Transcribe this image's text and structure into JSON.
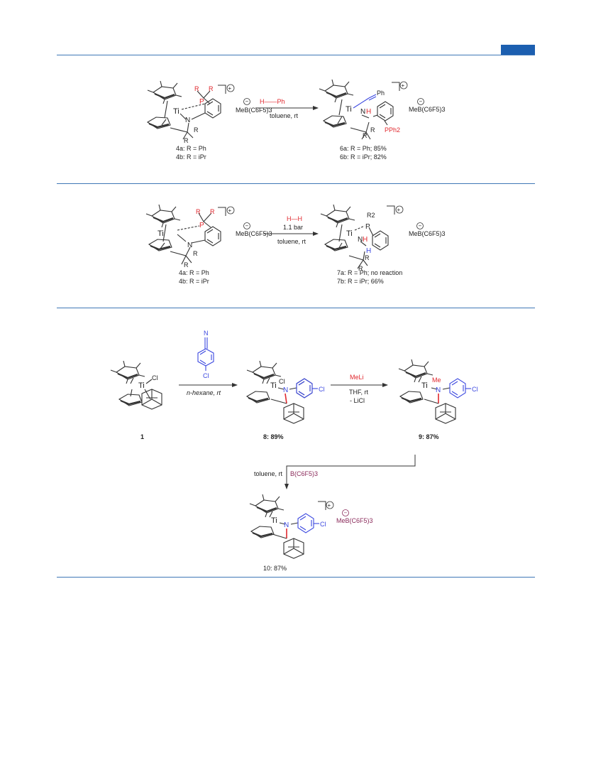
{
  "colors": {
    "rule": "#3f77b6",
    "tab": "#1c5fb0",
    "red": "#e0282e",
    "blue": "#3b48e0",
    "purple": "#8a2a5a",
    "bond": "#333333"
  },
  "scheme1": {
    "reagent": "H——Ph",
    "conditions": "toluene, rt",
    "counterion_left": "MeB(C6F5)3",
    "counterion_right": "MeB(C6F5)3",
    "label_4a": "4a: R = Ph",
    "label_4b": "4b: R = iPr",
    "label_6a": "6a: R = Ph; 85%",
    "label_6b": "6b: R = iPr; 82%",
    "atom_ti": "Ti",
    "atom_n": "N",
    "atom_p": "P",
    "atom_r": "R",
    "atom_h": "H",
    "atom_pph2": "PPh2",
    "atom_ph": "Ph"
  },
  "scheme2": {
    "reagent": "H—H",
    "pressure": "1.1 bar",
    "conditions": "toluene, rt",
    "counterion_left": "MeB(C6F5)3",
    "counterion_right": "MeB(C6F5)3",
    "label_4a": "4a: R = Ph",
    "label_4b": "4b: R = iPr",
    "label_7a": "7a: R = Ph; no reaction",
    "label_7b": "7b: R = iPr; 66%",
    "atom_r2": "R2"
  },
  "scheme3": {
    "reagent_top": "N",
    "reagent_bottom": "Cl",
    "step1_conditions": "n-hexane, rt",
    "step2_reagent": "MeLi",
    "step2_conditions_1": "THF, rt",
    "step2_conditions_2": "- LiCl",
    "step3_conditions": "toluene, rt",
    "step3_reagent": "B(C6F5)3",
    "counterion": "MeB(C6F5)3",
    "label_1": "1",
    "label_8": "8: 89%",
    "label_9": "9: 87%",
    "label_10": "10: 87%",
    "atom_cl": "Cl",
    "atom_me": "Me"
  }
}
